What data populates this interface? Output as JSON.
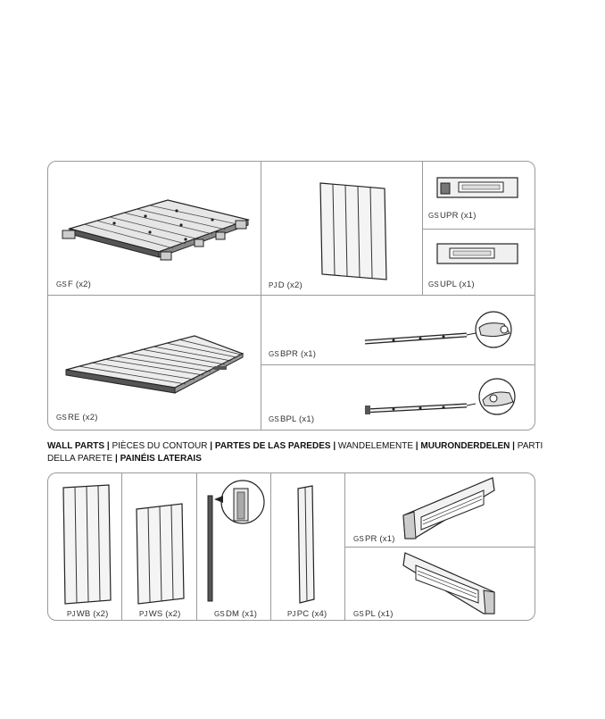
{
  "top_parts": [
    {
      "prefix": "GS",
      "code": "F",
      "qty": "(x2)",
      "icon": "floor-panel-illustration"
    },
    {
      "prefix": "PJ",
      "code": "D",
      "qty": "(x2)",
      "icon": "door-panel-illustration"
    },
    {
      "prefix": "GS",
      "code": "UPR",
      "qty": "(x1)",
      "icon": "upper-panel-right-illustration"
    },
    {
      "prefix": "GS",
      "code": "UPL",
      "qty": "(x1)",
      "icon": "upper-panel-left-illustration"
    },
    {
      "prefix": "GS",
      "code": "RE",
      "qty": "(x2)",
      "icon": "roof-panel-illustration"
    },
    {
      "prefix": "GS",
      "code": "BPR",
      "qty": "(x1)",
      "icon": "bar-right-illustration"
    },
    {
      "prefix": "GS",
      "code": "BPL",
      "qty": "(x1)",
      "icon": "bar-left-illustration"
    }
  ],
  "wall_heading": [
    {
      "text": "WALL PARTS",
      "bold": true
    },
    {
      "text": "PIÈCES DU CONTOUR",
      "bold": false
    },
    {
      "text": "PARTES DE LAS PAREDES",
      "bold": true
    },
    {
      "text": "WANDELEMENTE",
      "bold": false
    },
    {
      "text": "MUURONDERDELEN",
      "bold": true
    },
    {
      "text": "PARTI DELLA PARETE",
      "bold": false
    },
    {
      "text": "PAINÉIS LATERAIS",
      "bold": true
    }
  ],
  "wall_parts": [
    {
      "prefix": "PJ",
      "code": "WB",
      "qty": "(x2)",
      "icon": "wall-panel-wide-illustration"
    },
    {
      "prefix": "PJ",
      "code": "WS",
      "qty": "(x2)",
      "icon": "wall-panel-short-illustration"
    },
    {
      "prefix": "GS",
      "code": "DM",
      "qty": "(x1)",
      "icon": "door-mullion-illustration"
    },
    {
      "prefix": "PJ",
      "code": "PC",
      "qty": "(x4)",
      "icon": "corner-post-illustration"
    },
    {
      "prefix": "GS",
      "code": "PR",
      "qty": "(x1)",
      "icon": "gable-right-illustration"
    },
    {
      "prefix": "GS",
      "code": "PL",
      "qty": "(x1)",
      "icon": "gable-left-illustration"
    }
  ]
}
